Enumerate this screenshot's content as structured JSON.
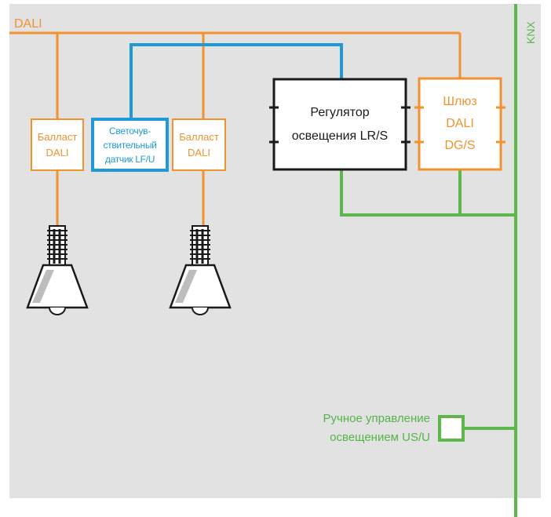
{
  "colors": {
    "background": "#e2e2e2",
    "dali_line": "#f0922e",
    "knx_line": "#5cb84c",
    "sensor_line": "#1f9ad6",
    "regulator_border": "#1a1a1a",
    "manual_text": "#56b34a"
  },
  "bus_labels": {
    "dali": "DALI",
    "knx": "KNX"
  },
  "devices": {
    "ballast1": {
      "line1": "Балласт",
      "line2": "DALI"
    },
    "sensor": {
      "line1": "Светочув-",
      "line2": "ствительный",
      "line3": "датчик LF/U"
    },
    "ballast2": {
      "line1": "Балласт",
      "line2": "DALI"
    },
    "regulator": {
      "line1": "Регулятор",
      "line2": "освещения LR/S"
    },
    "gateway": {
      "line1": "Шлюз",
      "line2": "DALI",
      "line3": "DG/S"
    },
    "manual": {
      "line1": "Ручное управление",
      "line2": "освещением US/U"
    }
  },
  "icons": {
    "lamp1": "pendant-lamp-icon",
    "lamp2": "pendant-lamp-icon"
  }
}
